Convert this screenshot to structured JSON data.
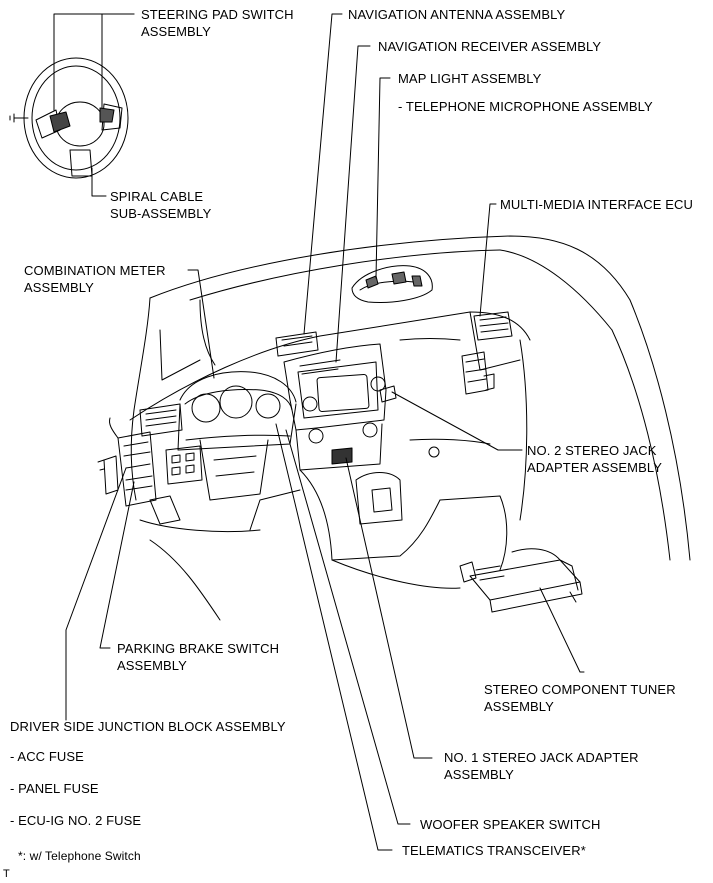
{
  "labels": {
    "steering_pad_switch": [
      "STEERING PAD SWITCH",
      "ASSEMBLY"
    ],
    "spiral_cable": [
      "SPIRAL CABLE",
      "SUB-ASSEMBLY"
    ],
    "navigation_antenna": "NAVIGATION ANTENNA ASSEMBLY",
    "navigation_receiver": "NAVIGATION RECEIVER ASSEMBLY",
    "map_light": "MAP LIGHT ASSEMBLY",
    "telephone_microphone": "- TELEPHONE MICROPHONE ASSEMBLY",
    "multi_media_interface_ecu": "MULTI-MEDIA INTERFACE ECU",
    "combination_meter": [
      "COMBINATION METER",
      "ASSEMBLY"
    ],
    "no2_stereo_jack": [
      "NO. 2 STEREO JACK",
      "ADAPTER ASSEMBLY"
    ],
    "parking_brake_switch": [
      "PARKING BRAKE SWITCH",
      "ASSEMBLY"
    ],
    "stereo_component_tuner": [
      "STEREO COMPONENT TUNER",
      "ASSEMBLY"
    ],
    "driver_side_junction_block": "DRIVER SIDE JUNCTION BLOCK ASSEMBLY",
    "acc_fuse": "- ACC FUSE",
    "panel_fuse": "- PANEL FUSE",
    "ecu_ig_fuse": "- ECU-IG NO. 2 FUSE",
    "footnote": "*: w/ Telephone Switch",
    "no1_stereo_jack": [
      "NO. 1 STEREO JACK ADAPTER",
      "ASSEMBLY"
    ],
    "woofer_speaker_switch": "WOOFER SPEAKER SWITCH",
    "telematics_transceiver": "TELEMATICS TRANSCEIVER*",
    "corner_mark": "T"
  }
}
